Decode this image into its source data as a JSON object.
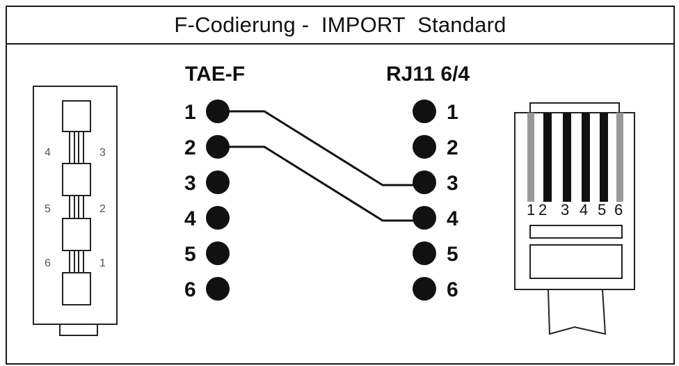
{
  "title": "F-Codierung -  IMPORT  Standard",
  "left_header": "TAE-F",
  "right_header": "RJ11 6/4",
  "tae_pins": [
    "1",
    "2",
    "3",
    "4",
    "5",
    "6"
  ],
  "rj_pins": [
    "1",
    "2",
    "3",
    "4",
    "5",
    "6"
  ],
  "connections": [
    {
      "from": "1",
      "to": "3"
    },
    {
      "from": "2",
      "to": "4"
    }
  ],
  "tae_socket_labels": {
    "left": [
      "4",
      "5",
      "6"
    ],
    "right": [
      "3",
      "2",
      "1"
    ]
  },
  "rj_plug_labels": [
    "1",
    "2",
    "3",
    "4",
    "5",
    "6"
  ]
}
